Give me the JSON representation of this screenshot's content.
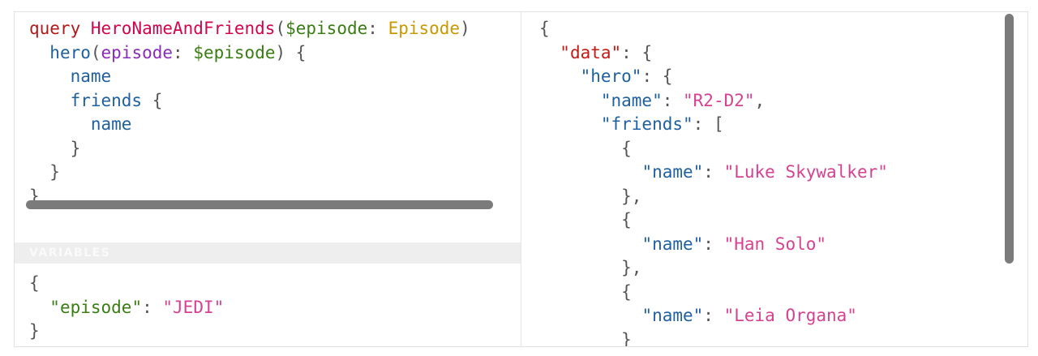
{
  "query_editor": {
    "line1": {
      "keyword": "query",
      "operation_name": "HeroNameAndFriends",
      "open_paren": "(",
      "variable": "$episode",
      "colon": ": ",
      "type": "Episode",
      "close_paren": ")"
    },
    "line2": {
      "indent": "  ",
      "field": "hero",
      "open_paren": "(",
      "arg": "episode",
      "colon": ": ",
      "variable": "$episode",
      "close": ") {"
    },
    "line3": {
      "indent": "    ",
      "field": "name"
    },
    "line4": {
      "indent": "    ",
      "field": "friends",
      "open": " {"
    },
    "line5": {
      "indent": "      ",
      "field": "name"
    },
    "line6": "    }",
    "line7": "  }",
    "line8": "}"
  },
  "variables_panel": {
    "header": "VARIABLES",
    "line1": "{",
    "line2": {
      "indent": "  ",
      "key": "\"episode\"",
      "colon": ": ",
      "value": "\"JEDI\""
    },
    "line3": "}"
  },
  "result_viewer": {
    "l1": "{",
    "l2": {
      "indent": "  ",
      "key": "\"data\"",
      "rest": ": {"
    },
    "l3": {
      "indent": "    ",
      "key": "\"hero\"",
      "rest": ": {"
    },
    "l4": {
      "indent": "      ",
      "key": "\"name\"",
      "colon": ": ",
      "value": "\"R2-D2\"",
      "rest": ","
    },
    "l5": {
      "indent": "      ",
      "key": "\"friends\"",
      "rest": ": ["
    },
    "l6": "        {",
    "l7": {
      "indent": "          ",
      "key": "\"name\"",
      "colon": ": ",
      "value": "\"Luke Skywalker\""
    },
    "l8": "        },",
    "l9": "        {",
    "l10": {
      "indent": "          ",
      "key": "\"name\"",
      "colon": ": ",
      "value": "\"Han Solo\""
    },
    "l11": "        },",
    "l12": "        {",
    "l13": {
      "indent": "          ",
      "key": "\"name\"",
      "colon": ": ",
      "value": "\"Leia Organa\""
    },
    "l14": "        }"
  }
}
